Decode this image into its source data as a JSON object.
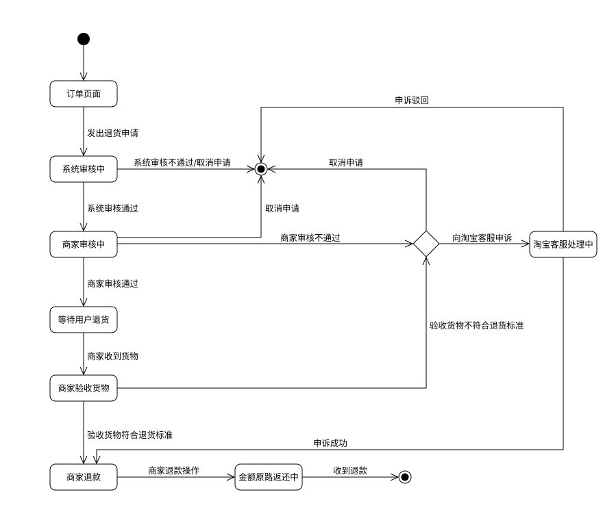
{
  "diagram": {
    "states": {
      "order_page": "订单页面",
      "system_review": "系统审核中",
      "merchant_review": "商家审核中",
      "wait_user_return": "等待用户退货",
      "merchant_inspect": "商家验收货物",
      "merchant_refund": "商家退款",
      "refund_returning": "金额原路返还中",
      "taobao_service": "淘宝客服处理中"
    },
    "transitions": {
      "issue_return_request": "发出退货申请",
      "system_review_pass": "系统审核通过",
      "system_review_fail_cancel": "系统审核不通过/取消申请",
      "cancel_request_1": "取消申请",
      "cancel_request_2": "取消申请",
      "merchant_review_fail": "商家审核不通过",
      "merchant_review_pass": "商家审核通过",
      "merchant_received_goods": "商家收到货物",
      "inspection_meets_standard": "验收货物符合退货标准",
      "inspection_not_meet_standard": "验收货物不符合退货标准",
      "appeal_to_taobao": "向淘宝客服申诉",
      "appeal_rejected": "申诉驳回",
      "appeal_success": "申诉成功",
      "merchant_refund_operation": "商家退款操作",
      "refund_received": "收到退款"
    }
  }
}
